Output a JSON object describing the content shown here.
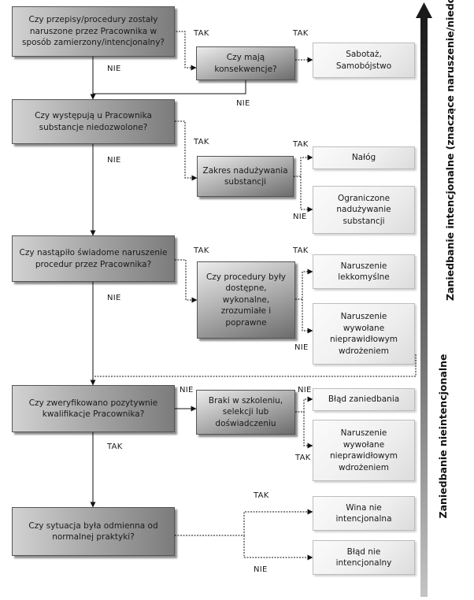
{
  "questions": [
    {
      "text": "Czy przepisy/procedury zostały\nnaruszone przez Pracownika w\nsposób zamierzony/intencjonalny?"
    },
    {
      "text": "Czy występują u Pracownika\nsubstancje niedozwolone?"
    },
    {
      "text": "Czy nastąpiło świadome naruszenie\nprocedur przez Pracownika?"
    },
    {
      "text": "Czy zweryfikowano pozytywnie\nkwalifikacje Pracownika?"
    },
    {
      "text": "Czy sytuacja była odmienna od\nnormalnej praktyki?"
    }
  ],
  "middle": [
    {
      "text": "Czy mają\nkonsekwencje?"
    },
    {
      "text": "Zakres nadużywania\nsubstancji"
    },
    {
      "text": "Czy procedury były\ndostępne,\nwykonalne,\nzrozumiałe i\npoprawne"
    },
    {
      "text": "Braki w szkoleniu,\nselekcji lub\ndoświadczeniu"
    }
  ],
  "outcomes": [
    {
      "text": "Sabotaż,\nSamobójstwo"
    },
    {
      "text": "Nałóg"
    },
    {
      "text": "Ograniczone\nnadużywanie\nsubstancji"
    },
    {
      "text": "Naruszenie\nlekkomyślne"
    },
    {
      "text": "Naruszenie\nwywołane\nnieprawidłowym\nwdrożeniem"
    },
    {
      "text": "Błąd zaniedbania"
    },
    {
      "text": "Naruszenie\nwywołane\nnieprawidłowym\nwdrożeniem"
    },
    {
      "text": "Wina nie\nintencjonalna"
    },
    {
      "text": "Błąd nie\nintencjonalny"
    }
  ],
  "labels": {
    "yes": "TAK",
    "no": "NIE"
  },
  "axis": {
    "intentional": "Zaniedbanie intencjonalne\n(znaczące naruszenie/niedopełnienie)",
    "unintentional": "Zaniedbanie nieintencjonalne"
  },
  "colors": {
    "line": "#111111",
    "arrow_dark": "#1a1a1a",
    "arrow_light": "#9a9a9a"
  }
}
